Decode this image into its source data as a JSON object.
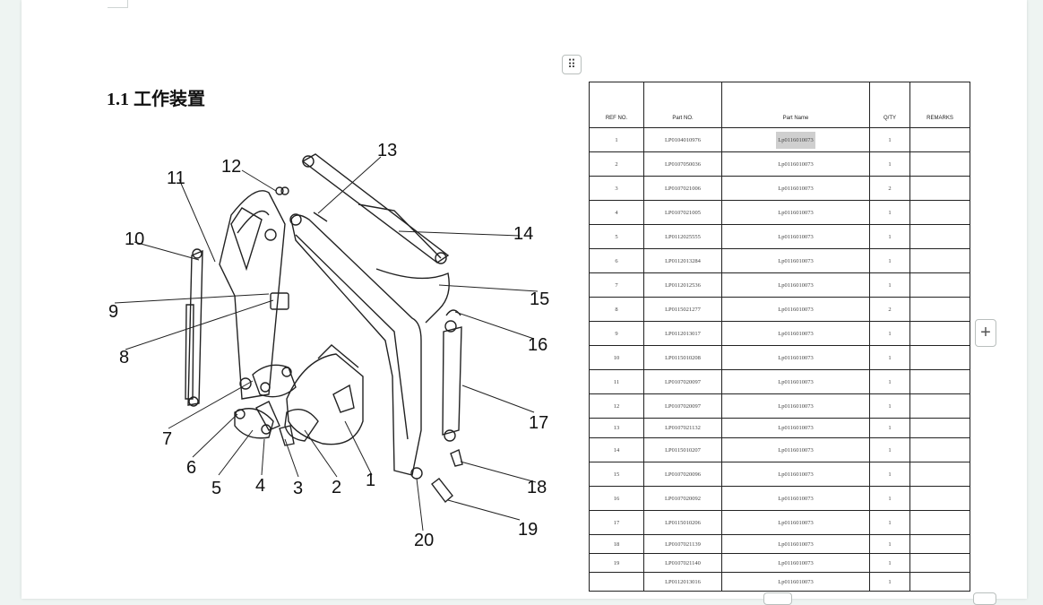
{
  "section_title": "1.1 工作装置",
  "toolbar": {
    "drag_icon": "⠿",
    "add_icon": "+"
  },
  "diagram": {
    "callouts": [
      "1",
      "2",
      "3",
      "4",
      "5",
      "6",
      "7",
      "8",
      "9",
      "10",
      "11",
      "12",
      "13",
      "14",
      "15",
      "16",
      "17",
      "18",
      "19",
      "20"
    ]
  },
  "table": {
    "headers": [
      "REF NO.",
      "Part NO.",
      "Part Name",
      "Q/TY",
      "REMARKS"
    ],
    "rows": [
      {
        "ref": "1",
        "part_no": "LP0104010976",
        "part_name": "Lp0116010073",
        "qty": "1",
        "remarks": ""
      },
      {
        "ref": "2",
        "part_no": "LP0107050036",
        "part_name": "Lp0116010073",
        "qty": "1",
        "remarks": ""
      },
      {
        "ref": "3",
        "part_no": "LP0107021006",
        "part_name": "Lp0116010073",
        "qty": "2",
        "remarks": ""
      },
      {
        "ref": "4",
        "part_no": "LP0107021005",
        "part_name": "Lp0116010073",
        "qty": "1",
        "remarks": ""
      },
      {
        "ref": "5",
        "part_no": "LP0112025555",
        "part_name": "Lp0116010073",
        "qty": "1",
        "remarks": ""
      },
      {
        "ref": "6",
        "part_no": "LP0112013284",
        "part_name": "Lp0116010073",
        "qty": "1",
        "remarks": ""
      },
      {
        "ref": "7",
        "part_no": "LP0112012536",
        "part_name": "Lp0116010073",
        "qty": "1",
        "remarks": ""
      },
      {
        "ref": "8",
        "part_no": "LP0115021277",
        "part_name": "Lp0116010073",
        "qty": "2",
        "remarks": ""
      },
      {
        "ref": "9",
        "part_no": "LP0112013017",
        "part_name": "Lp0116010073",
        "qty": "1",
        "remarks": ""
      },
      {
        "ref": "10",
        "part_no": "LP0115010208",
        "part_name": "Lp0116010073",
        "qty": "1",
        "remarks": ""
      },
      {
        "ref": "11",
        "part_no": "LP0107020097",
        "part_name": "Lp0116010073",
        "qty": "1",
        "remarks": ""
      },
      {
        "ref": "12",
        "part_no": "LP0107020097",
        "part_name": "Lp0116010073",
        "qty": "1",
        "remarks": ""
      },
      {
        "ref": "13",
        "part_no": "LP0107021132",
        "part_name": "Lp0116010073",
        "qty": "1",
        "remarks": ""
      },
      {
        "ref": "14",
        "part_no": "LP0115010207",
        "part_name": "Lp0116010073",
        "qty": "1",
        "remarks": ""
      },
      {
        "ref": "15",
        "part_no": "LP0107020096",
        "part_name": "Lp0116010073",
        "qty": "1",
        "remarks": ""
      },
      {
        "ref": "16",
        "part_no": "LP0107020092",
        "part_name": "Lp0116010073",
        "qty": "1",
        "remarks": ""
      },
      {
        "ref": "17",
        "part_no": "LP0115010206",
        "part_name": "Lp0116010073",
        "qty": "1",
        "remarks": ""
      },
      {
        "ref": "18",
        "part_no": "LP0107021139",
        "part_name": "Lp0116010073",
        "qty": "1",
        "remarks": ""
      },
      {
        "ref": "19",
        "part_no": "LP0107021140",
        "part_name": "Lp0116010073",
        "qty": "1",
        "remarks": ""
      },
      {
        "ref": "",
        "part_no": "LP0112013016",
        "part_name": "Lp0116010073",
        "qty": "1",
        "remarks": ""
      }
    ]
  }
}
